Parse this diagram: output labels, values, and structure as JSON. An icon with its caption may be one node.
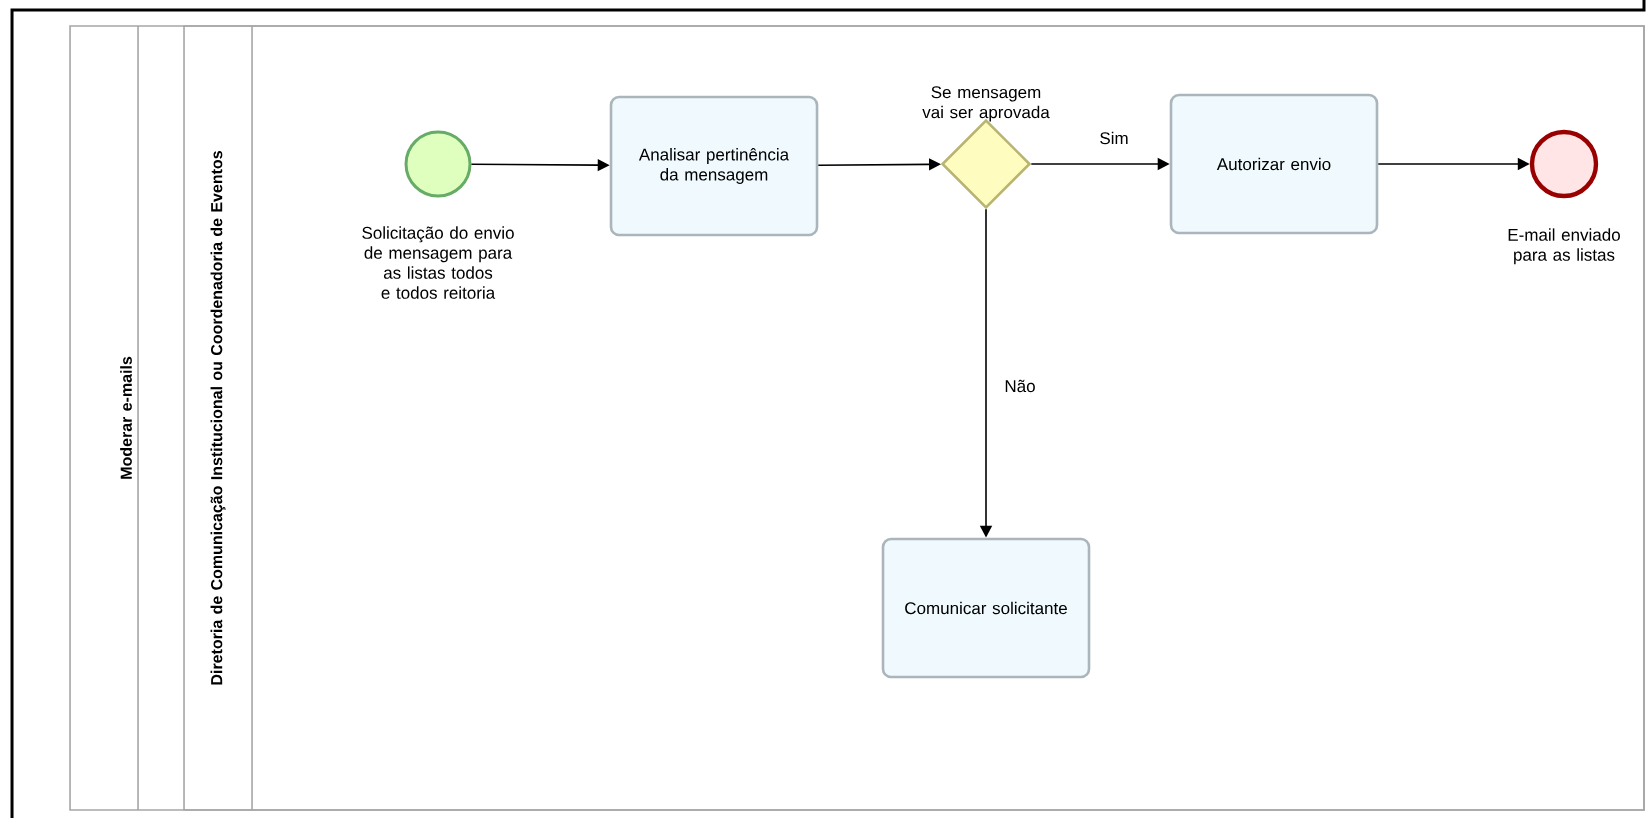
{
  "diagram": {
    "nodes": [
      {
        "text": [
          "Moderar e-mails"
        ]
      },
      {
        "text": [
          "Diretoria de Comunicação Institucional ou Coordenadoria de Eventos"
        ],
        "in": 0
      },
      {
        "text": [],
        "shape": "circle",
        "in": 1,
        "beside": [
          "Solicitação do envio de mensagem para as listas todos e todos reitoria"
        ]
      },
      {
        "text": [
          "Analisar pertinência da mensagem"
        ],
        "in": 1
      },
      {
        "text": [],
        "shape": "diamond",
        "in": 1,
        "beside": [
          "Se mensagem vai ser aprovada"
        ]
      },
      {
        "text": [
          "Autorizar envio"
        ],
        "in": 1
      },
      {
        "text": [],
        "shape": "circle",
        "in": 1,
        "beside": [
          "E-mail enviado para as listas"
        ]
      },
      {
        "text": [
          "Comunicar solicitante"
        ],
        "in": 1
      }
    ],
    "edges": [
      {
        "from": 2,
        "to": 3,
        "arrow": "to"
      },
      {
        "from": 3,
        "to": 4,
        "arrow": "to"
      },
      {
        "from": 4,
        "to": 5,
        "arrow": "to",
        "label": "Sim"
      },
      {
        "from": 5,
        "to": 6,
        "arrow": "to"
      },
      {
        "from": 4,
        "to": 7,
        "arrow": "to",
        "label": "Não"
      }
    ]
  }
}
